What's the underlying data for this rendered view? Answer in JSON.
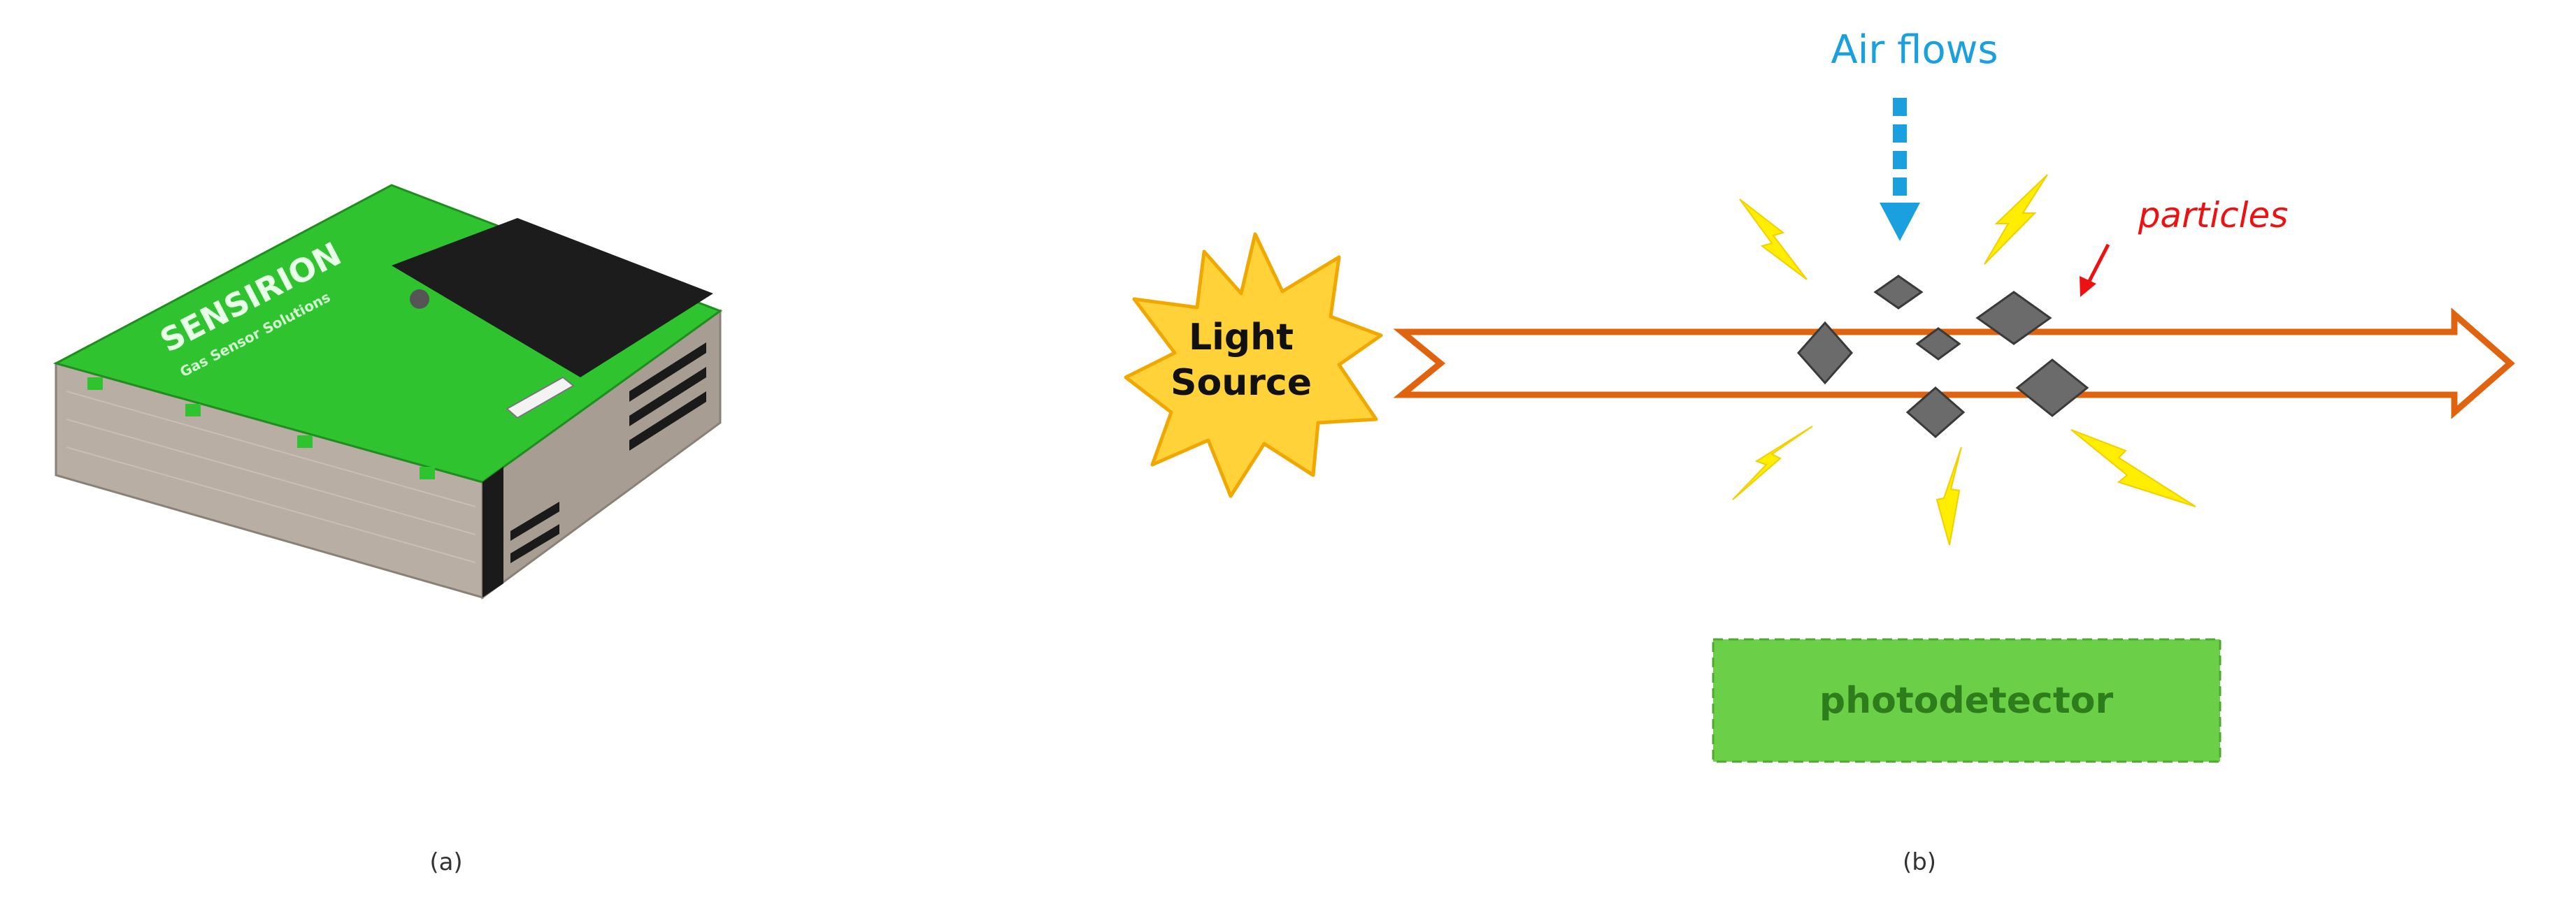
{
  "panel_a": {
    "caption": "(a)",
    "sensor": {
      "brand_text": "SENSIRION",
      "subtitle_text": "Gas Sensor Solutions",
      "colors": {
        "body_green": "#2fc42f",
        "cover_black": "#1c1c1c",
        "metal": "#b9aea3"
      }
    }
  },
  "panel_b": {
    "caption": "(b)",
    "air_flow_label": "Air flows",
    "particles_label": "particles",
    "light_source_line1": "Light",
    "light_source_line2": "Source",
    "photodetector_label": "photodetector",
    "colors": {
      "air_flow": "#1a9fdf",
      "particles_text": "#ee1111",
      "beam": "#e0640f",
      "star_fill": "#ffd23a",
      "star_stroke": "#f0a800",
      "lightning": "#ffee00",
      "particle_fill": "#6b6b6b",
      "detector_fill": "#6bcf47",
      "detector_text": "#2e7d1c"
    }
  }
}
